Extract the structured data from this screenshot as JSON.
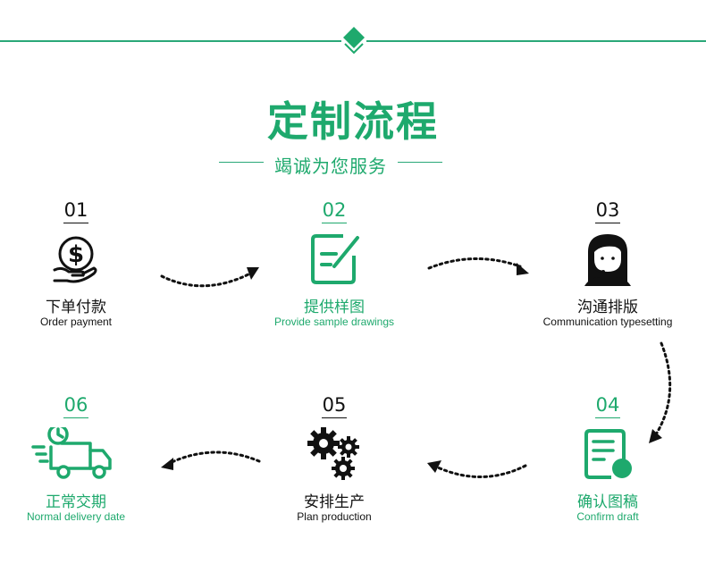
{
  "title": "定制流程",
  "subtitle": "竭诚为您服务",
  "colors": {
    "accent": "#1ea96d",
    "dark": "#111111"
  },
  "steps": [
    {
      "num": "01",
      "zh": "下单付款",
      "en": "Order payment",
      "icon": "dollar-hand-icon",
      "theme": "dark"
    },
    {
      "num": "02",
      "zh": "提供样图",
      "en": "Provide sample drawings",
      "icon": "edit-document-icon",
      "theme": "accent"
    },
    {
      "num": "03",
      "zh": "沟通排版",
      "en": "Communication typesetting",
      "icon": "customer-service-icon",
      "theme": "dark"
    },
    {
      "num": "04",
      "zh": "确认图稿",
      "en": "Confirm draft",
      "icon": "approved-document-icon",
      "theme": "accent"
    },
    {
      "num": "05",
      "zh": "安排生产",
      "en": "Plan production",
      "icon": "gears-icon",
      "theme": "dark"
    },
    {
      "num": "06",
      "zh": "正常交期",
      "en": "Normal delivery date",
      "icon": "delivery-truck-icon",
      "theme": "accent"
    }
  ]
}
